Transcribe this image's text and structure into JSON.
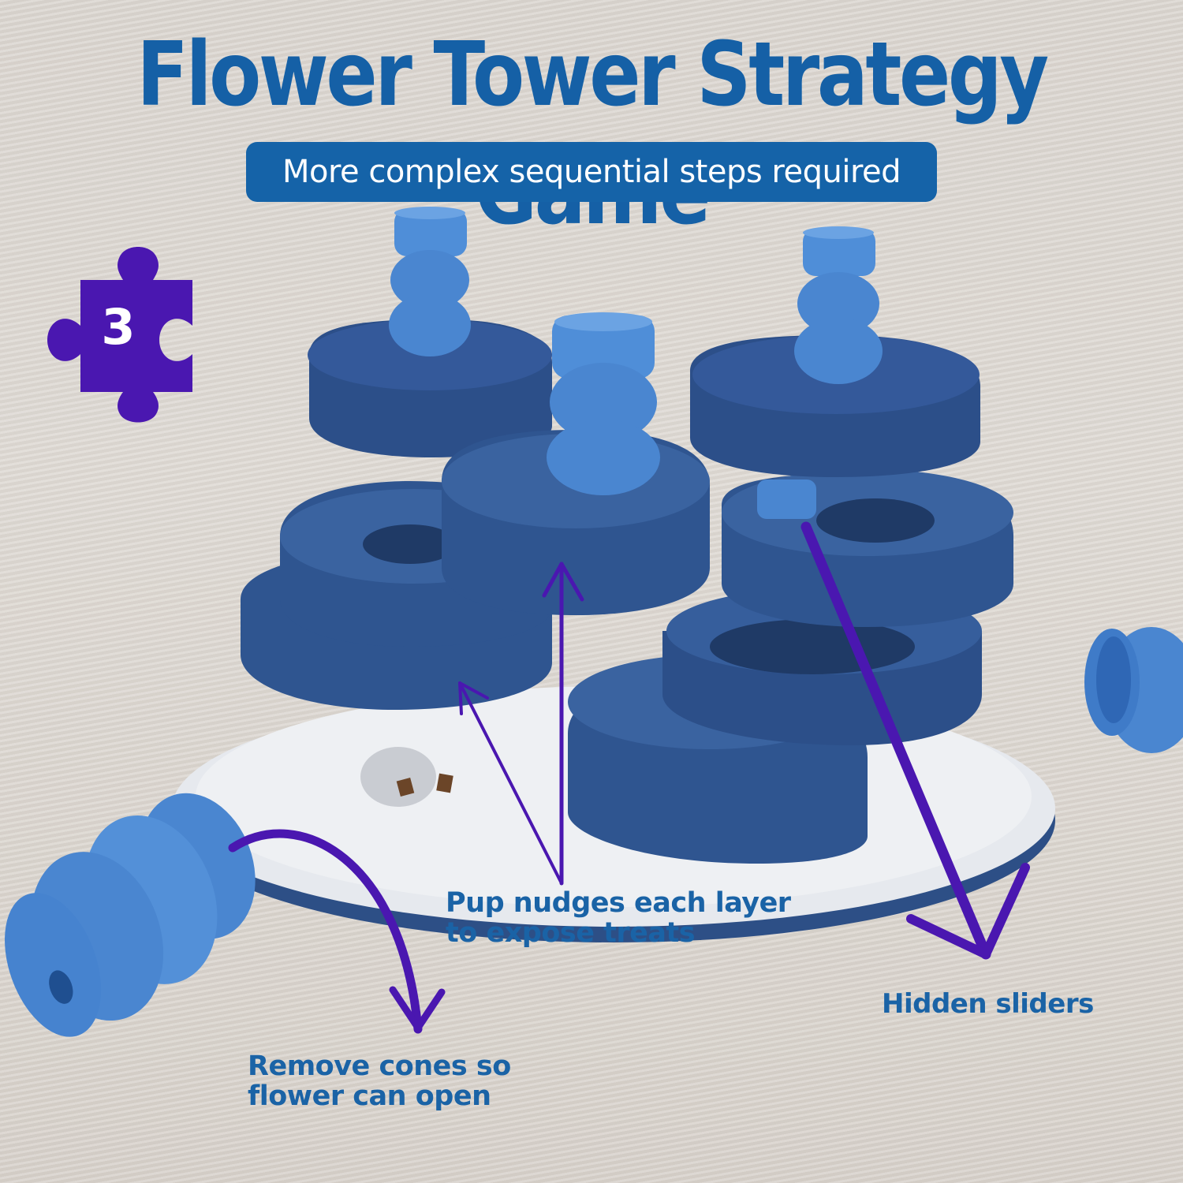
{
  "header": {
    "title": "Flower Tower Strategy Game",
    "subtitle": "More complex sequential steps required"
  },
  "badge": {
    "icon": "puzzle-piece-icon",
    "level": "3",
    "color": "#4a17b0"
  },
  "annotations": {
    "pup_nudges": {
      "line1": "Pup nudges each layer",
      "line2": "to expose treats"
    },
    "remove_cones": {
      "line1": "Remove cones so",
      "line2": "flower can open"
    },
    "hidden_sliders": {
      "text": "Hidden sliders"
    }
  },
  "colors": {
    "title_blue": "#1560a6",
    "pill_blue": "#1563a8",
    "arrow_purple": "#4a17b0",
    "toy_dark_blue": "#2f5590",
    "cone_light_blue": "#4a86d0",
    "base_white": "#e9ecf0"
  }
}
